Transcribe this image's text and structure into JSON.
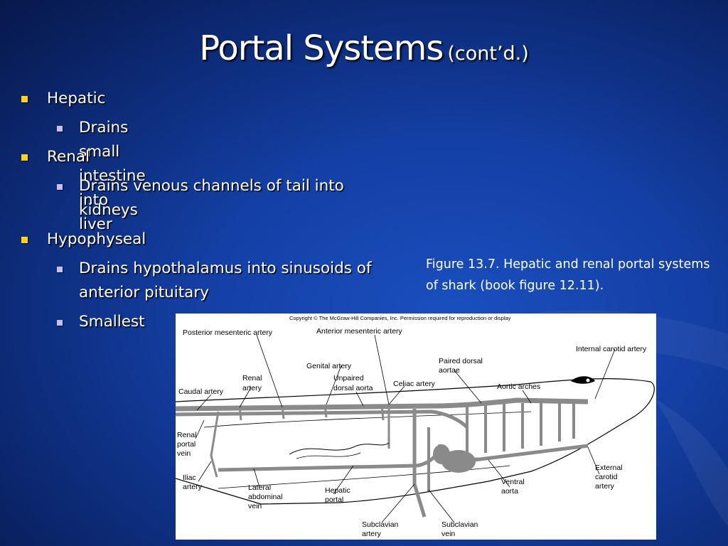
{
  "slide": {
    "title": "Portal Systems",
    "title_suffix": "(cont’d.)",
    "bullets": [
      {
        "label": "Hepatic",
        "children": [
          "Drains small intestine into liver"
        ]
      },
      {
        "label": "Renal",
        "children": [
          "Drains venous channels of tail into kidneys"
        ]
      },
      {
        "label": "Hypophyseal",
        "children": [
          "Drains hypothalamus into sinusoids of anterior pituitary",
          "Smallest"
        ]
      }
    ],
    "caption": "Figure 13.7.  Hepatic and renal portal systems of shark (book figure 12.11).",
    "figure": {
      "copyright": "Copyright © The McGraw-Hill Companies, Inc. Permission required for reproduction or display",
      "labels": {
        "posterior_mesenteric_artery": "Posterior mesenteric artery",
        "anterior_mesenteric_artery": "Anterior mesenteric artery",
        "internal_carotid_artery": "Internal carotid artery",
        "genital_artery": "Genital artery",
        "paired_dorsal_aortae": [
          "Paired dorsal",
          "aortae"
        ],
        "renal_artery": [
          "Renal",
          "artery"
        ],
        "unpaired_dorsal_aorta": [
          "Unpaired",
          "dorsal aorta"
        ],
        "celiac_artery": "Celiac artery",
        "aortic_arches": "Aortic arches",
        "caudal_artery": "Caudal artery",
        "renal_portal_vein": [
          "Renal",
          "portal",
          "vein"
        ],
        "iliac_artery": [
          "Iliac",
          "artery"
        ],
        "lateral_abdominal_vein": [
          "Lateral",
          "abdominal",
          "vein"
        ],
        "hepatic_portal": [
          "Hepatic",
          "portal"
        ],
        "subclavian_artery": [
          "Subclavian",
          "artery"
        ],
        "subclavian_vein": [
          "Subclavian",
          "vein"
        ],
        "ventral_aorta": [
          "Ventral",
          "aorta"
        ],
        "external_carotid_artery": [
          "External",
          "carotid",
          "artery"
        ]
      }
    },
    "colors": {
      "background": "#1440a6",
      "bullet_level1": "#ffd21a",
      "bullet_level2": "#cbbfe9",
      "vessel_gray": "#8a8a8a"
    }
  }
}
